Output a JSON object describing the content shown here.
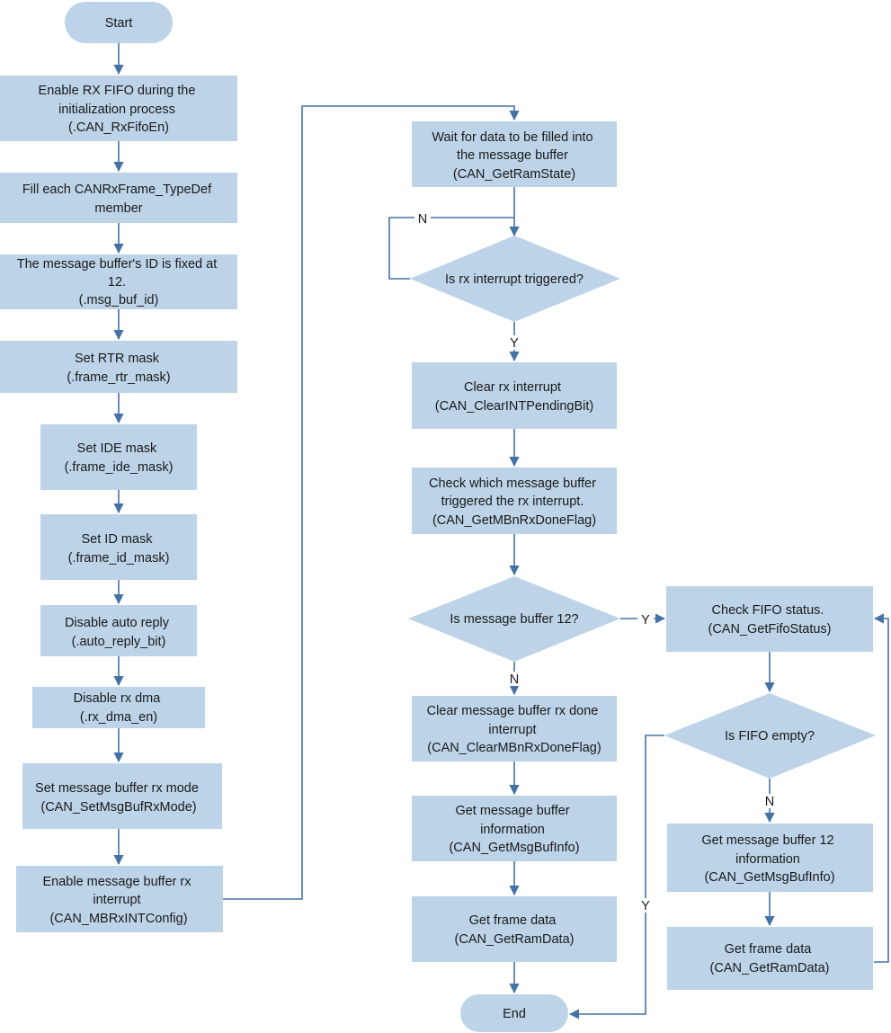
{
  "nodes": {
    "start": [
      "Start"
    ],
    "enable_rx_fifo": [
      "Enable RX FIFO during the",
      "initialization process",
      "(.CAN_RxFifoEn)"
    ],
    "fill_member": [
      "Fill each CANRxFrame_TypeDef",
      "member"
    ],
    "msg_buf_id": [
      "The message buffer's ID is fixed at",
      "12.",
      "(.msg_buf_id)"
    ],
    "rtr_mask": [
      "Set RTR mask",
      "(.frame_rtr_mask)"
    ],
    "ide_mask": [
      "Set IDE mask",
      "(.frame_ide_mask)"
    ],
    "id_mask": [
      "Set ID mask",
      "(.frame_id_mask)"
    ],
    "auto_reply": [
      "Disable auto reply",
      "(.auto_reply_bit)"
    ],
    "rx_dma": [
      "Disable rx dma",
      "(.rx_dma_en)"
    ],
    "rx_mode": [
      "Set message buffer rx mode",
      "(CAN_SetMsgBufRxMode)"
    ],
    "rx_int_config": [
      "Enable message buffer rx",
      "interrupt",
      "(CAN_MBRxINTConfig)"
    ],
    "wait_data": [
      "Wait for data to be filled into",
      "the message buffer",
      "(CAN_GetRamState)"
    ],
    "rx_triggered": [
      "Is rx interrupt triggered?"
    ],
    "clear_rx_int": [
      "Clear rx interrupt",
      "(CAN_ClearINTPendingBit)"
    ],
    "check_which": [
      "Check which message buffer",
      "triggered the rx interrupt.",
      "(CAN_GetMBnRxDoneFlag)"
    ],
    "is_buf_12": [
      "Is message buffer 12?"
    ],
    "clear_done": [
      "Clear message buffer rx done",
      "interrupt",
      "(CAN_ClearMBnRxDoneFlag)"
    ],
    "get_info": [
      "Get message buffer",
      "information",
      "(CAN_GetMsgBufInfo)"
    ],
    "get_frame": [
      "Get frame data",
      "(CAN_GetRamData)"
    ],
    "end": [
      "End"
    ],
    "fifo_status": [
      "Check FIFO status.",
      "(CAN_GetFifoStatus)"
    ],
    "fifo_empty": [
      "Is FIFO empty?"
    ],
    "get_info_12": [
      "Get message buffer 12",
      "information",
      "(CAN_GetMsgBufInfo)"
    ],
    "get_frame_2": [
      "Get frame data",
      "(CAN_GetRamData)"
    ]
  },
  "edge_labels": {
    "rx_no": "N",
    "rx_yes": "Y",
    "buf12_yes": "Y",
    "buf12_no": "N",
    "fifo_no": "N",
    "fifo_yes": "Y"
  },
  "colors": {
    "box_fill": "#bdd3e8",
    "line": "#4472a6",
    "text": "#1a1a1a"
  }
}
